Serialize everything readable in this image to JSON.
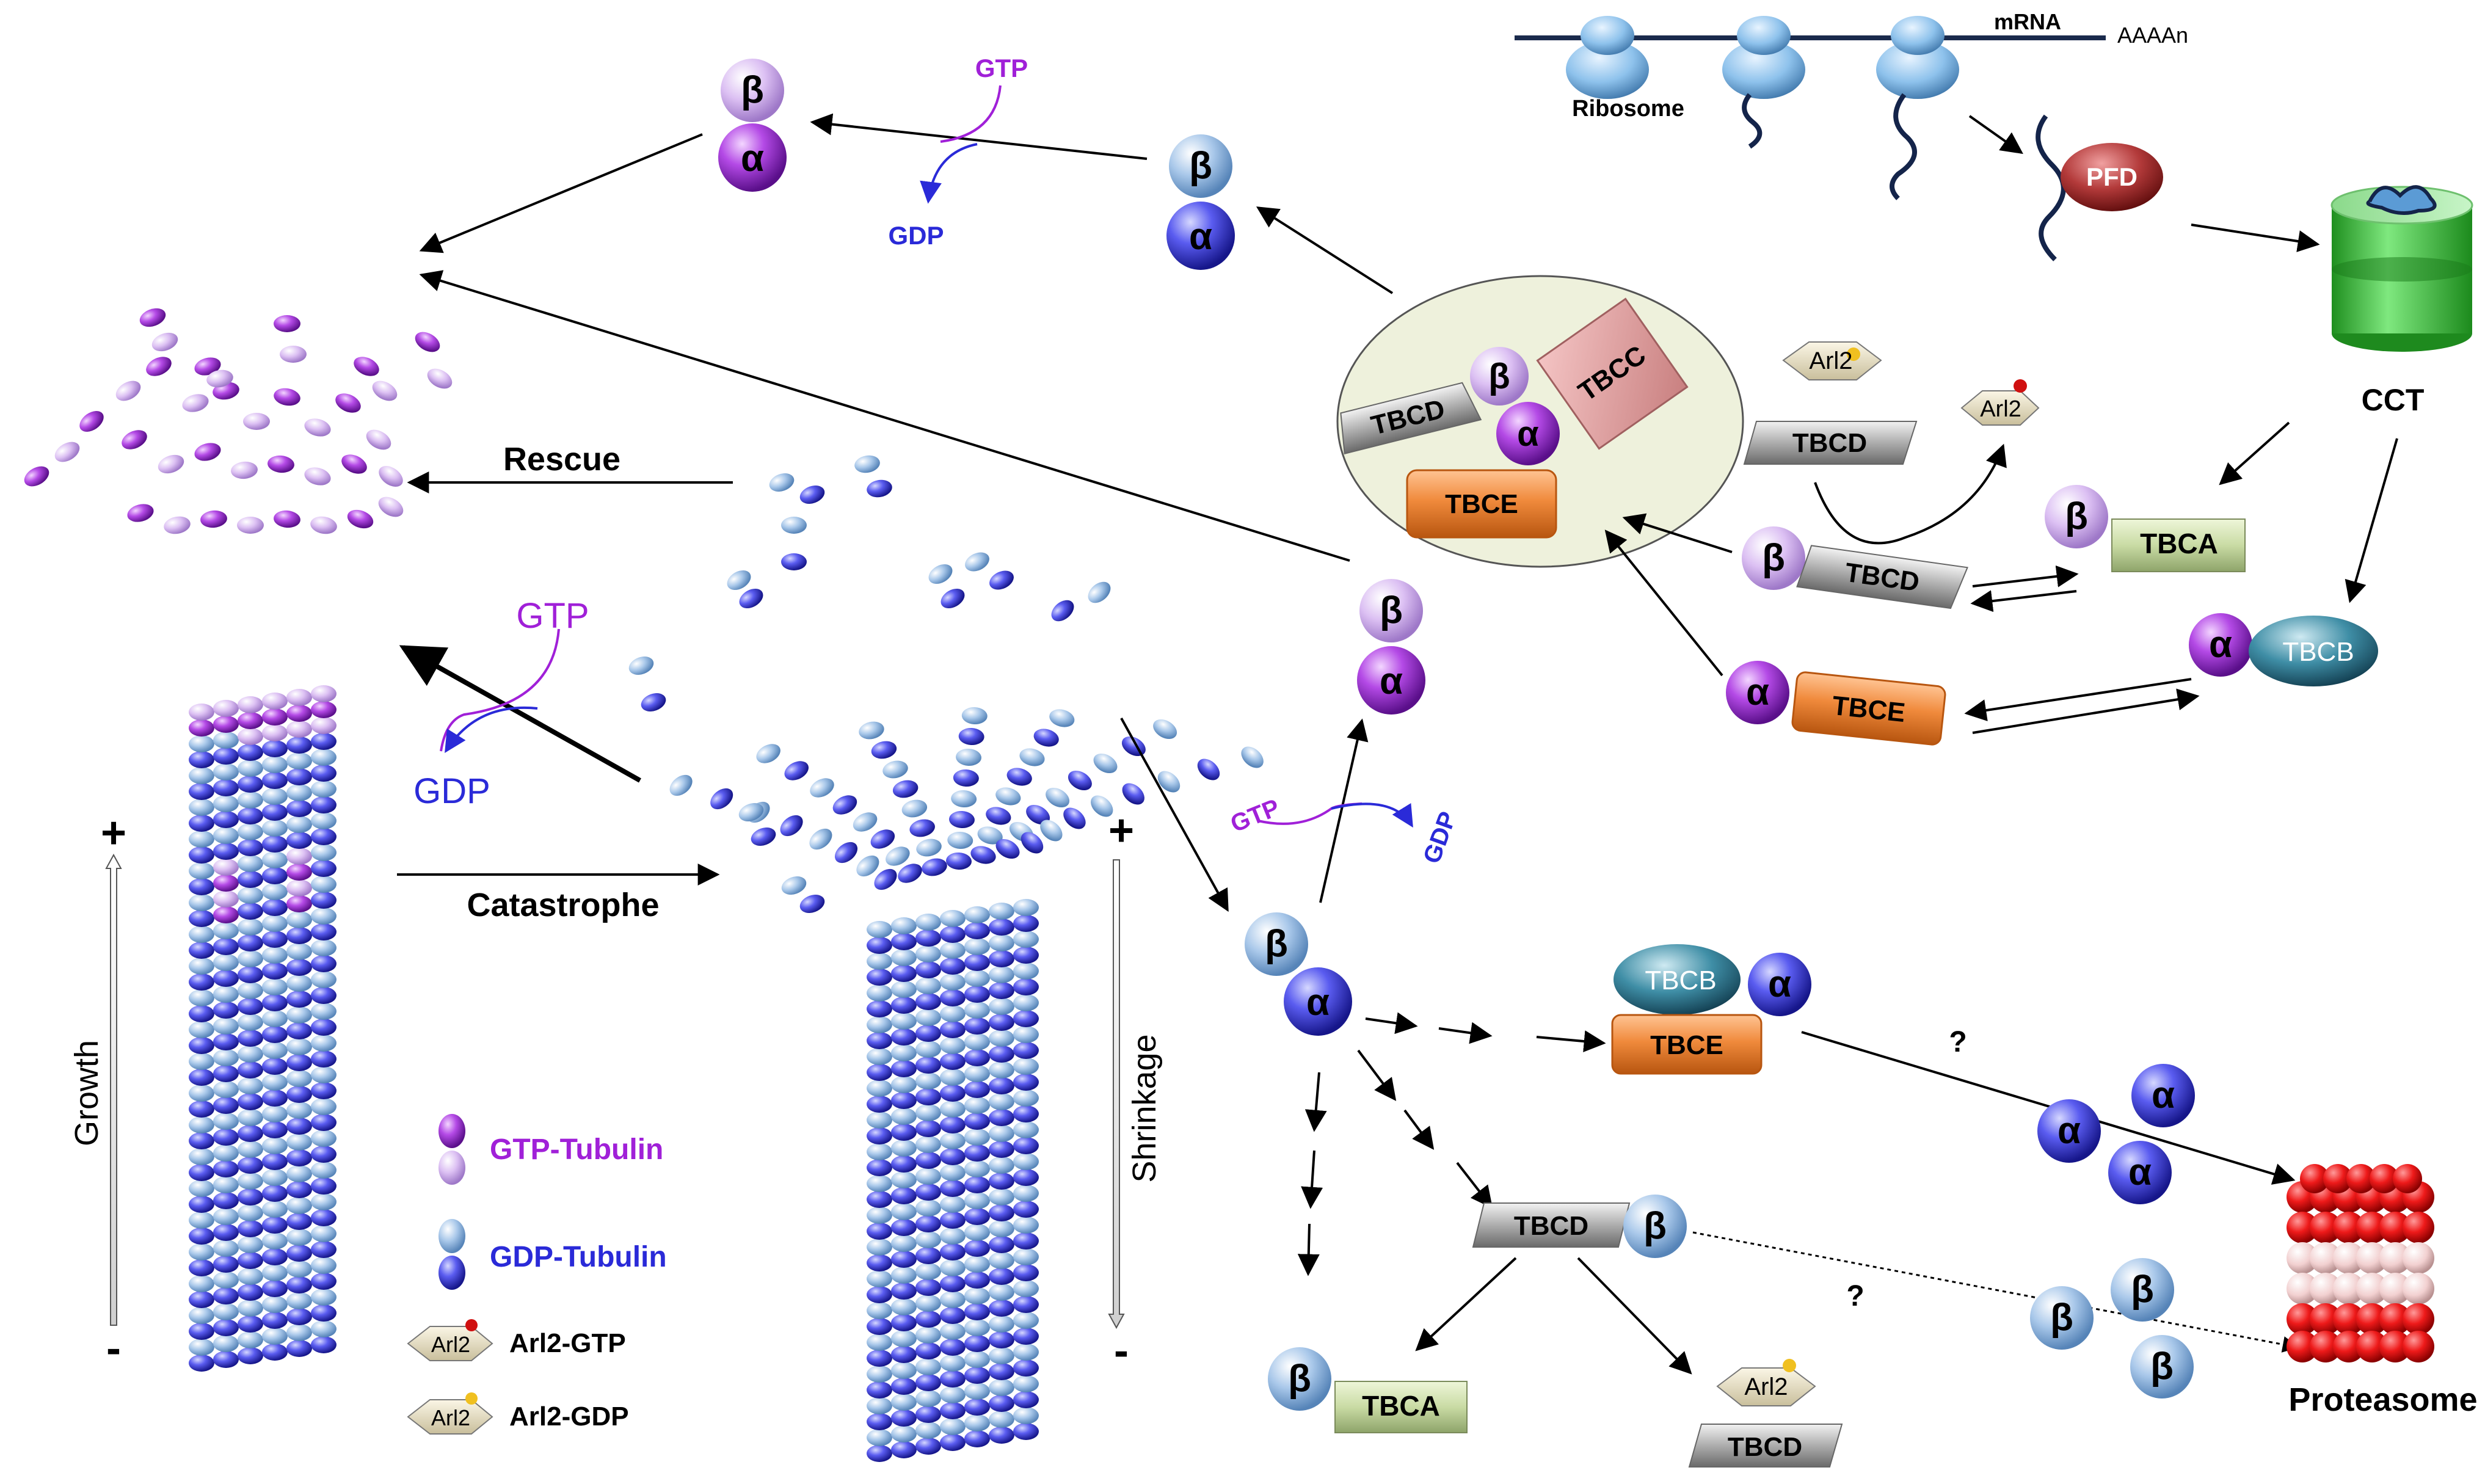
{
  "labels": {
    "mrna": "mRNA",
    "polya": "AAAAn",
    "ribosome": "Ribosome",
    "pfd": "PFD",
    "cct": "CCT",
    "rescue": "Rescue",
    "catastrophe": "Catastrophe",
    "growth": "Growth",
    "shrinkage": "Shrinkage",
    "gtp": "GTP",
    "gdp": "GDP",
    "plus": "+",
    "minus": "-",
    "question": "?",
    "proteasome": "Proteasome",
    "alpha": "α",
    "beta": "β",
    "tbca": "TBCA",
    "tbcb": "TBCB",
    "tbcc": "TBCC",
    "tbcd": "TBCD",
    "tbce": "TBCE",
    "arl2": "Arl2"
  },
  "legend": {
    "gtp_tubulin": "GTP-Tubulin",
    "gdp_tubulin": "GDP-Tubulin",
    "arl2_gtp": "Arl2-GTP",
    "arl2_gdp": "Arl2-GDP"
  },
  "colors": {
    "gtp_tubulin": "#a020d8",
    "gdp_tubulin": "#2a2ad8",
    "tbca": "#c9dba4",
    "tbcb": "#3f8ea6",
    "tbcc": "#e3a3a3",
    "tbcd": "#a8a8a8",
    "tbce": "#f08a3c",
    "pfd": "#9e2a2a",
    "cct": "#2fbf2f",
    "proteasome_red": "#e01010",
    "proteasome_pink": "#f3d4d4",
    "supercomplex_bg": "#eef1dc"
  }
}
